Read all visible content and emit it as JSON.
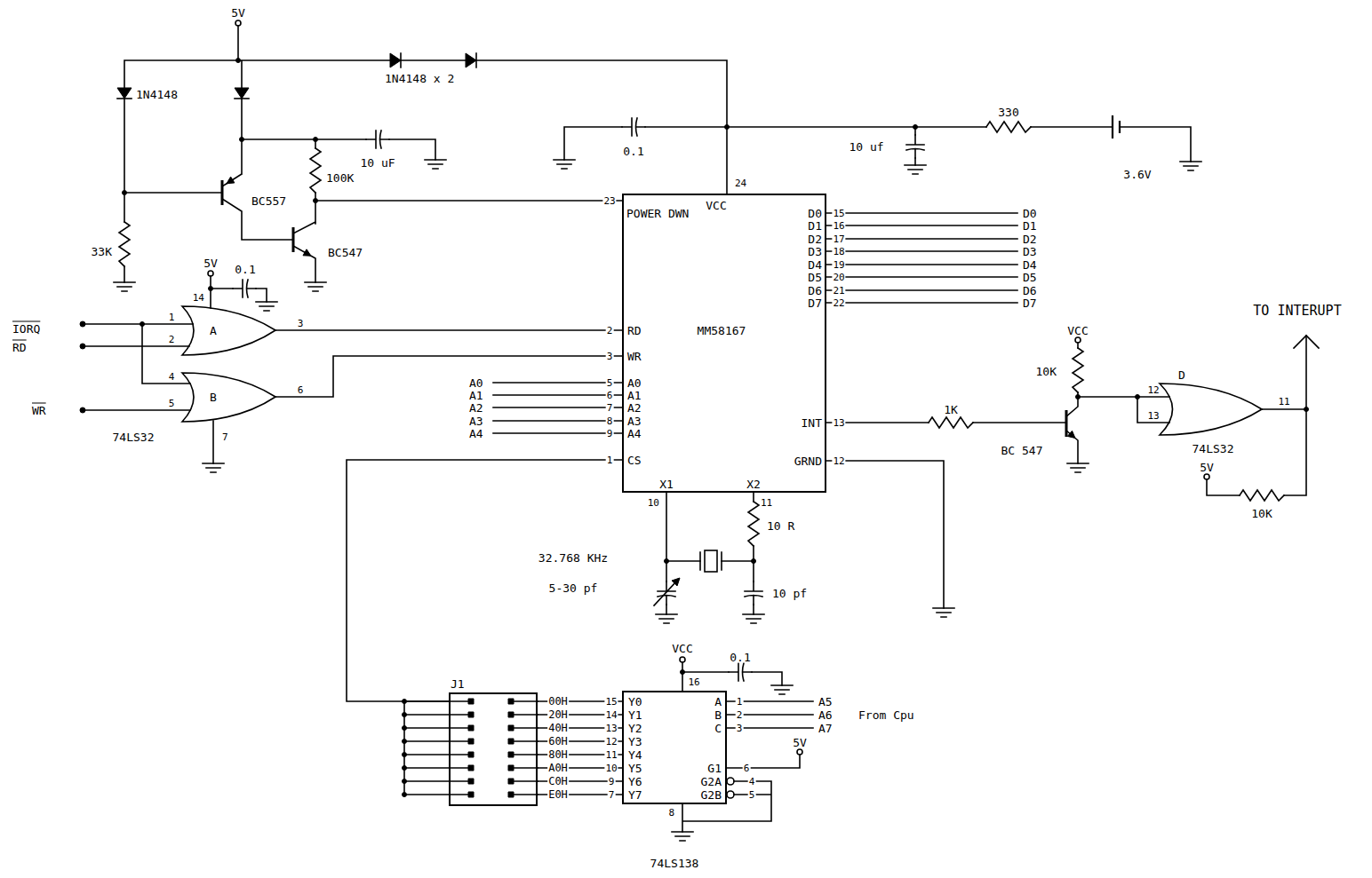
{
  "diagram": {
    "nodes": [
      {
        "text": [
          "POWER DWN",
          "VCC",
          "D0",
          "D1",
          "D2",
          "D3",
          "D4",
          "D5",
          "D6",
          "D7",
          "MM58167",
          "RD",
          "WR",
          "A0",
          "A1",
          "A2",
          "A3",
          "A4",
          "INT",
          "CS",
          "GRND",
          "X1",
          "X2"
        ]
      },
      {
        "text": [
          "J1"
        ]
      },
      {
        "text": [
          "Y0",
          "A",
          "Y1",
          "B",
          "Y2",
          "C",
          "Y3",
          "Y4",
          "Y5",
          "G1",
          "Y6",
          "G2A",
          "Y7",
          "G2B",
          "74LS138"
        ]
      }
    ],
    "edges": [
      {
        "from": 1,
        "to": 0,
        "arrow": "none"
      },
      {
        "from": 2,
        "to": 1,
        "label": "00H",
        "arrow": "none"
      },
      {
        "from": 2,
        "to": 1,
        "label": "20H",
        "arrow": "none"
      },
      {
        "from": 2,
        "to": 1,
        "label": "40H",
        "arrow": "none"
      },
      {
        "from": 2,
        "to": 1,
        "label": "60H",
        "arrow": "none"
      },
      {
        "from": 2,
        "to": 1,
        "label": "80H",
        "arrow": "none"
      },
      {
        "from": 2,
        "to": 1,
        "label": "A0H",
        "arrow": "none"
      },
      {
        "from": 2,
        "to": 1,
        "label": "C0H",
        "arrow": "none"
      },
      {
        "from": 2,
        "to": 1,
        "label": "E0H",
        "arrow": "none"
      }
    ],
    "labels": [
      "5V",
      "1N4148",
      "1N4148 x 2",
      "10 uF",
      "100K",
      "BC557",
      "BC547",
      "33K",
      "0.1",
      "10 uf",
      "330",
      "3.6V",
      "5V",
      "0.1",
      "14",
      "A",
      "IORQ",
      "RD",
      "1",
      "2",
      "3",
      "B",
      "4",
      "6",
      "WR",
      "5",
      "74LS32",
      "7",
      "23",
      "24",
      "2",
      "3",
      "A0",
      "5",
      "A1",
      "6",
      "A2",
      "7",
      "A3",
      "8",
      "A4",
      "9",
      "1",
      "15",
      "D0",
      "16",
      "D1",
      "17",
      "D2",
      "18",
      "D3",
      "19",
      "D4",
      "20",
      "D5",
      "21",
      "D6",
      "22",
      "D7",
      "TO INTERUPT",
      "VCC",
      "10K",
      "1K",
      "13",
      "12",
      "D",
      "11",
      "13",
      "BC 547",
      "74LS32",
      "12",
      "5V",
      "10K",
      "10",
      "11",
      "10 R",
      "32.768 KHz",
      "5-30 pf",
      "10 pf",
      "VCC",
      "0.1",
      "16",
      "15",
      "1",
      "A5",
      "14",
      "2",
      "A6",
      "From Cpu",
      "13",
      "3",
      "A7",
      "12",
      "5V",
      "11",
      "10",
      "6",
      "9",
      "4",
      "7",
      "5",
      "8"
    ]
  }
}
